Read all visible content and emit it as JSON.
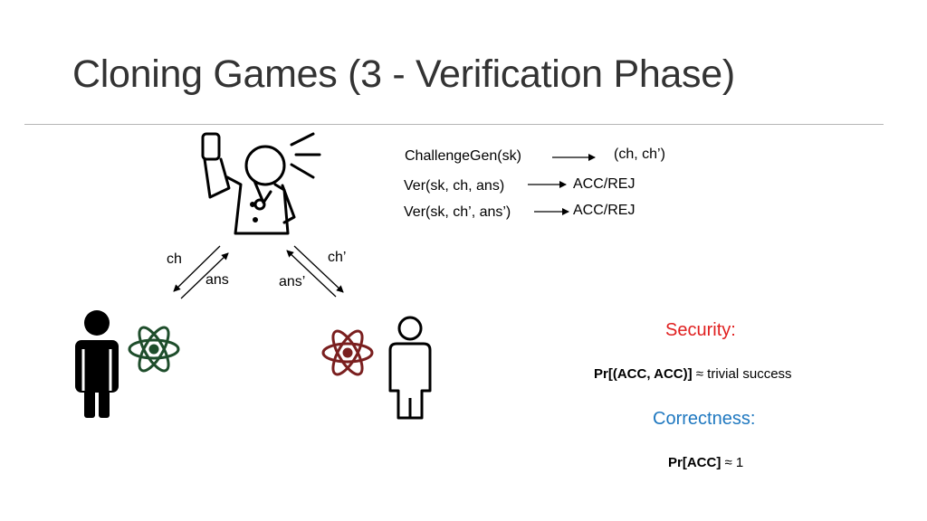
{
  "slide": {
    "title": "Cloning Games (3 - Verification Phase)"
  },
  "protocol": {
    "challengegen": "ChallengeGen(sk)",
    "challengegen_out": "(ch, ch’)",
    "ver1": "Ver(sk, ch, ans)",
    "ver1_out": "ACC/REJ",
    "ver2": "Ver(sk, ch’, ans’)",
    "ver2_out": "ACC/REJ"
  },
  "exchange": {
    "left_ch": "ch",
    "left_ans": "ans",
    "right_ch": "ch’",
    "right_ans": "ans’"
  },
  "security": {
    "heading": "Security:",
    "heading_color": "#e02020",
    "formula_bold": "Pr[(ACC, ACC)]",
    "formula_rest": " ≈ trivial success"
  },
  "correctness": {
    "heading": "Correctness:",
    "heading_color": "#1f78c0",
    "formula_bold": "Pr[ACC]",
    "formula_rest": " ≈ 1"
  },
  "icons": {
    "referee": "referee-whistle-icon",
    "person_left": "person-filled-icon",
    "person_right": "person-outline-icon",
    "atom_left": "atom-icon",
    "atom_left_color": "#1e4d2b",
    "atom_right": "atom-icon",
    "atom_right_color": "#7a1f1f"
  }
}
